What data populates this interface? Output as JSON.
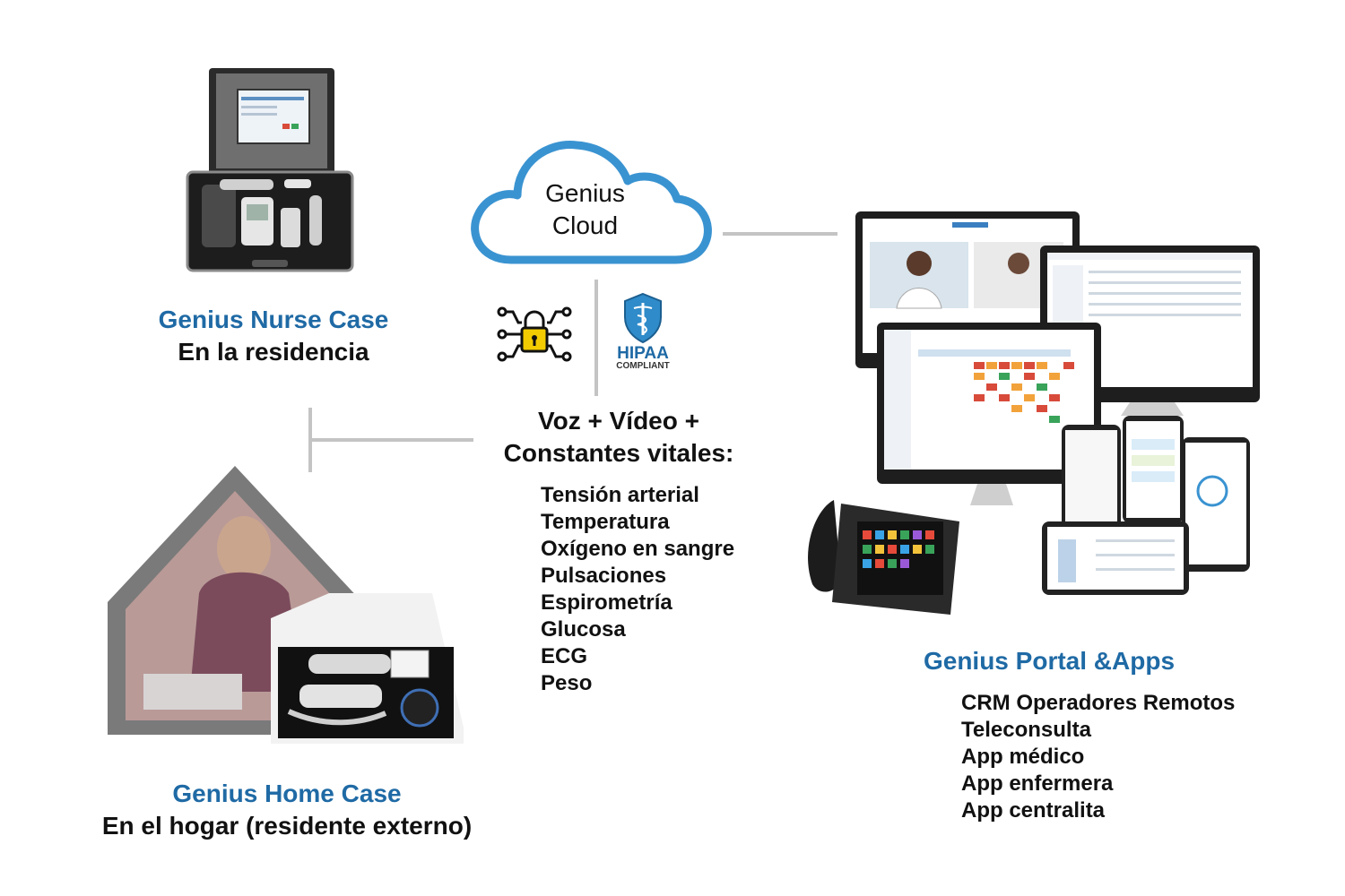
{
  "cloud": {
    "line1": "Genius",
    "line2": "Cloud"
  },
  "hipaa": {
    "label": "HIPAA",
    "sub": "COMPLIANT"
  },
  "nurse_case": {
    "title": "Genius Nurse Case",
    "subtitle": "En la residencia"
  },
  "home_case": {
    "title": "Genius Home Case",
    "subtitle": "En el hogar (residente externo)"
  },
  "vitals": {
    "heading_line1": "Voz + Vídeo +",
    "heading_line2": "Constantes vitales:",
    "items": [
      "Tensión arterial",
      "Temperatura",
      "Oxígeno en sangre",
      "Pulsaciones",
      "Espirometría",
      "Glucosa",
      "ECG",
      "Peso"
    ]
  },
  "portal": {
    "title": "Genius Portal &Apps",
    "items": [
      "CRM Operadores Remotos",
      "Teleconsulta",
      "App médico",
      "App enfermera",
      "App centralita"
    ]
  },
  "icons": {
    "cloud": "cloud-icon",
    "lock": "circuit-lock-icon",
    "shield": "caduceus-shield-icon",
    "nurse_case": "nurse-case-image",
    "home_case": "home-case-image",
    "devices": "devices-image"
  },
  "colors": {
    "accent": "#1f6aa5",
    "cloud_stroke": "#3a93d1",
    "connector": "#c4c4c4",
    "lock": "#f2cc00"
  }
}
